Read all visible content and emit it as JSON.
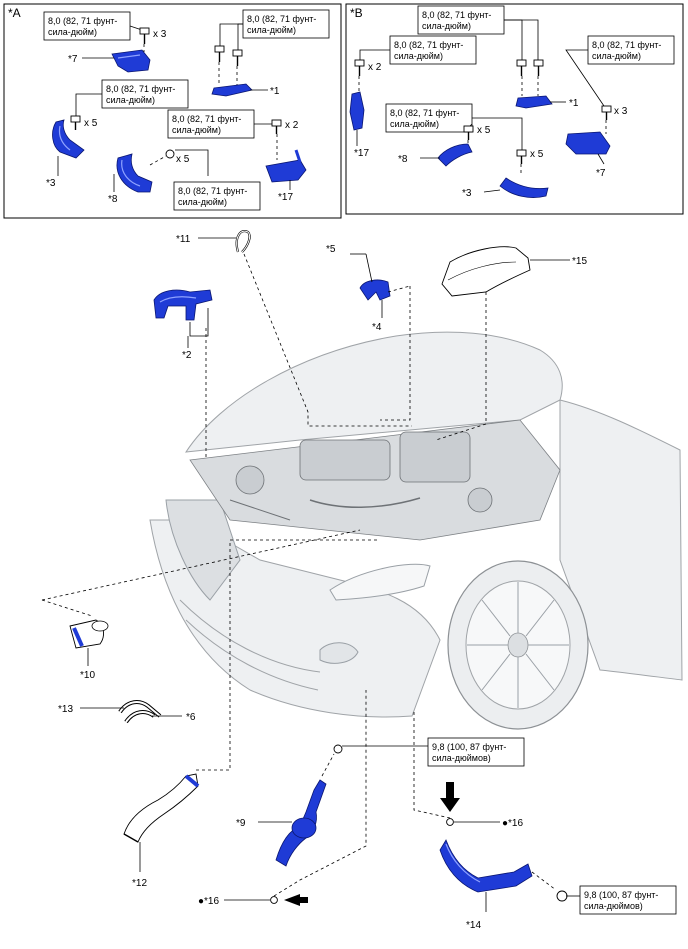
{
  "panels": {
    "a_title": "*A",
    "b_title": "*B"
  },
  "torque": {
    "short_1": "8,0 (82, 71 фунт-",
    "short_2": "сила-дюйм)",
    "long_1": "9,8 (100, 87 фунт-",
    "long_2": "сила-дюймов)"
  },
  "quantities": {
    "x3": "x 3",
    "x5": "x 5",
    "x2": "x 2"
  },
  "callouts": {
    "c1": "*1",
    "c2": "*2",
    "c3": "*3",
    "c4": "*4",
    "c5": "*5",
    "c6": "*6",
    "c7": "*7",
    "c8": "*8",
    "c9": "*9",
    "c10": "*10",
    "c11": "*11",
    "c12": "*12",
    "c13": "*13",
    "c14": "*14",
    "c15": "*15",
    "c16": "●*16",
    "c17": "*17"
  },
  "colors": {
    "part": "#1f3bd6",
    "car": "#eef0f2",
    "outline": "#000000"
  },
  "icons": [
    "arrow-down-icon",
    "arrow-left-icon",
    "bolt-icon",
    "clamp-icon"
  ]
}
